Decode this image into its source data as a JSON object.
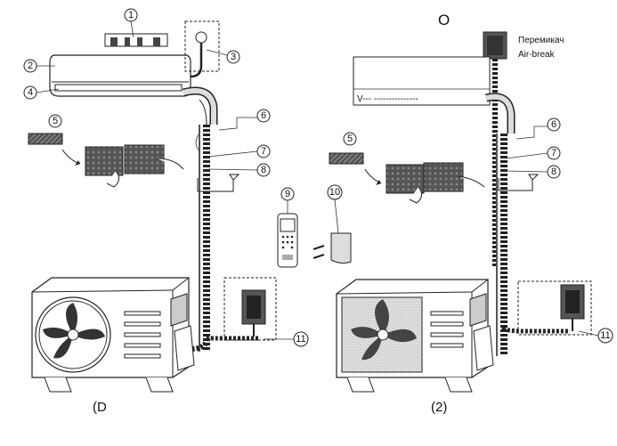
{
  "diagram": {
    "top_label": "O",
    "caption_left": "(D",
    "caption_right": "(2)",
    "switch_label_line1": "Перемикач",
    "switch_label_line2": "Air-break",
    "box_text": "V---  ---------------",
    "callouts_left": [
      "1",
      "2",
      "3",
      "4",
      "5",
      "6",
      "7",
      "8",
      "9",
      "10",
      "11"
    ],
    "callouts_right": [
      "5",
      "6",
      "7",
      "8",
      "11"
    ]
  }
}
